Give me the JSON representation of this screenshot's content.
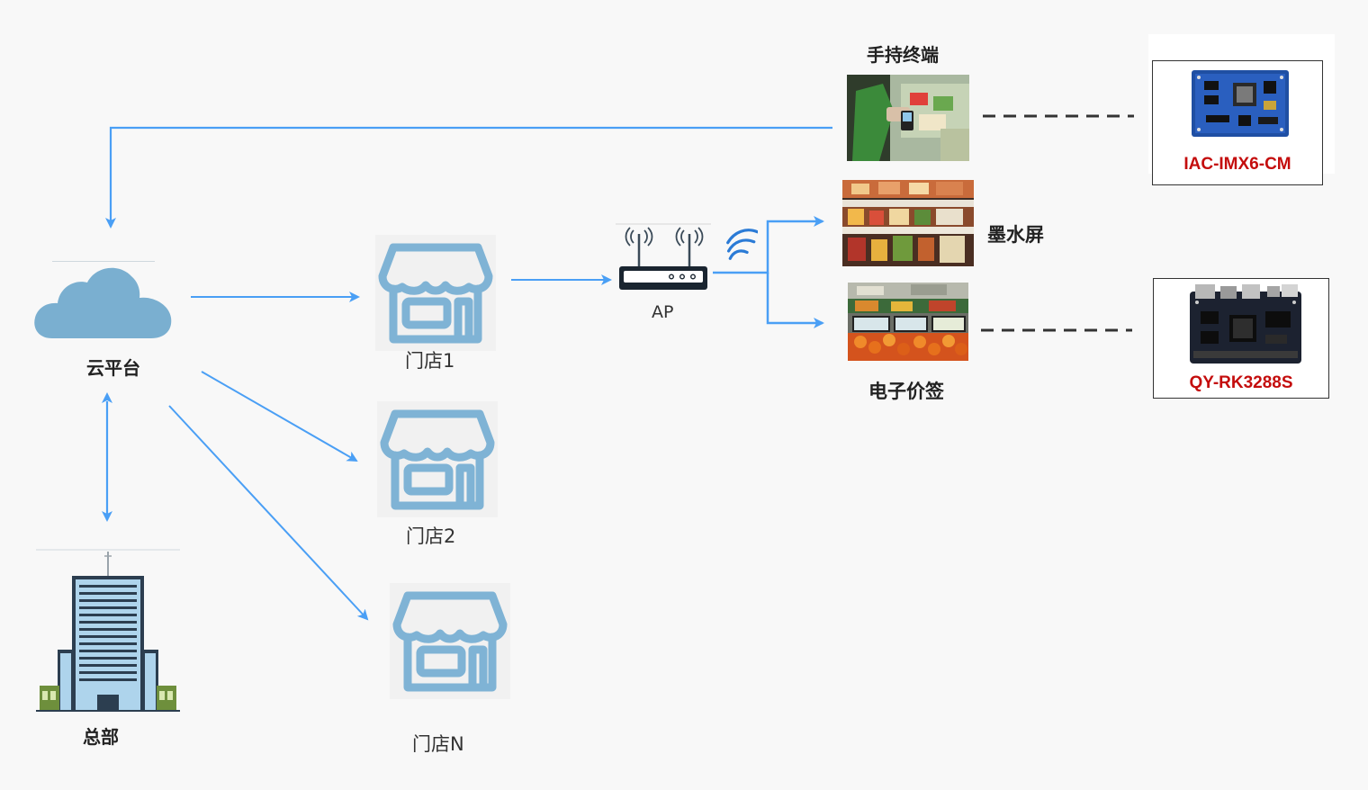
{
  "nodes": {
    "cloud": {
      "label": "云平台"
    },
    "hq": {
      "label": "总部"
    },
    "store1": {
      "label": "门店1"
    },
    "store2": {
      "label": "门店2"
    },
    "storeN": {
      "label": "门店N"
    },
    "ap": {
      "label": "AP"
    },
    "handheld": {
      "label": "手持终端"
    },
    "eink": {
      "label": "墨水屏"
    },
    "esl": {
      "label": "电子价签"
    },
    "board1": {
      "label": "IAC-IMX6-CM"
    },
    "board2": {
      "label": "QY-RK3288S"
    }
  },
  "colors": {
    "arrow": "#4a9ff5",
    "store_icon": "#7fb3d5",
    "cloud": "#7aafd0",
    "board_label": "#c40d0d",
    "router": "#1a2530"
  }
}
